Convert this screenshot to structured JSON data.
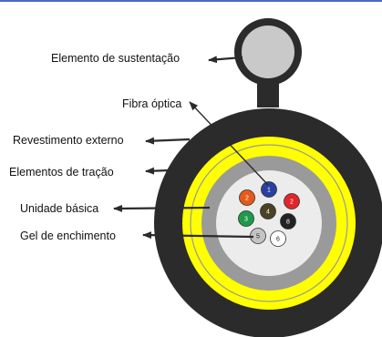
{
  "colors": {
    "top_border": "#4a6bc8",
    "jacket": "#2b2b2b",
    "strength_members": "#ffff00",
    "basic_unit": "#9a9a9a",
    "filling_gel": "#ececec",
    "messenger": "#c9c9c9",
    "arrow": "#2b2b2b"
  },
  "labels": {
    "messenger": "Elemento de sustentação",
    "fiber": "Fibra óptica",
    "outer_jacket": "Revestimento externo",
    "strength": "Elementos de tração",
    "basic_unit": "Unidade básica",
    "gel": "Gel de enchimento"
  },
  "fibers": [
    {
      "number": "1",
      "color": "#2a3f9e",
      "text_color": "#ffffff"
    },
    {
      "number": "2",
      "color": "#e55a1a",
      "text_color": "#ffffff"
    },
    {
      "number": "2",
      "color": "#e0262b",
      "text_color": "#ffffff"
    },
    {
      "number": "3",
      "color": "#1e9a4a",
      "text_color": "#ffffff"
    },
    {
      "number": "4",
      "color": "#4a4226",
      "text_color": "#ffffff"
    },
    {
      "number": "8",
      "color": "#222222",
      "text_color": "#ffffff"
    },
    {
      "number": "5",
      "color": "#c4c4c4",
      "text_color": "#222222"
    },
    {
      "number": "6",
      "color": "#ffffff",
      "text_color": "#222222"
    }
  ]
}
